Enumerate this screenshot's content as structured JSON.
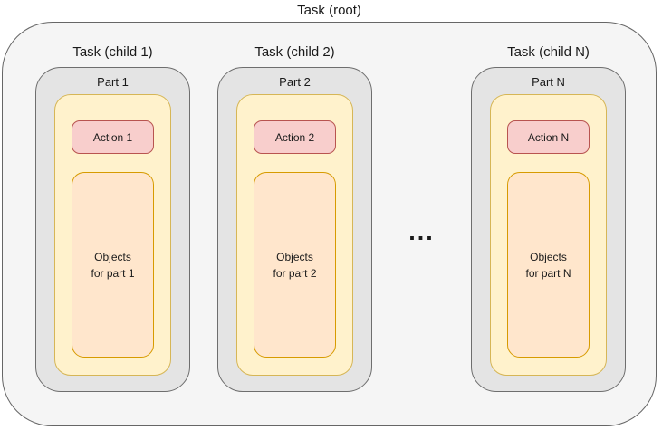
{
  "diagram": {
    "root_label": "Task (root)",
    "ellipsis": "...",
    "children": [
      {
        "title": "Task (child 1)",
        "part_label": "Part 1",
        "action_label": "Action 1",
        "objects_line1": "Objects",
        "objects_line2": "for part 1"
      },
      {
        "title": "Task (child 2)",
        "part_label": "Part 2",
        "action_label": "Action 2",
        "objects_line1": "Objects",
        "objects_line2": "for part 2"
      },
      {
        "title": "Task (child N)",
        "part_label": "Part N",
        "action_label": "Action N",
        "objects_line1": "Objects",
        "objects_line2": "for part N"
      }
    ],
    "colors": {
      "root_fill": "#f5f5f5",
      "root_stroke": "#666666",
      "child_fill": "#e4e4e4",
      "child_stroke": "#6e6e6e",
      "yellow_fill": "#fff2cc",
      "yellow_stroke": "#d6b656",
      "pink_fill": "#f8cecc",
      "pink_stroke": "#b85450",
      "orange_fill": "#ffe6cc",
      "orange_stroke": "#d79b00",
      "text": "#1a1a1a"
    }
  }
}
